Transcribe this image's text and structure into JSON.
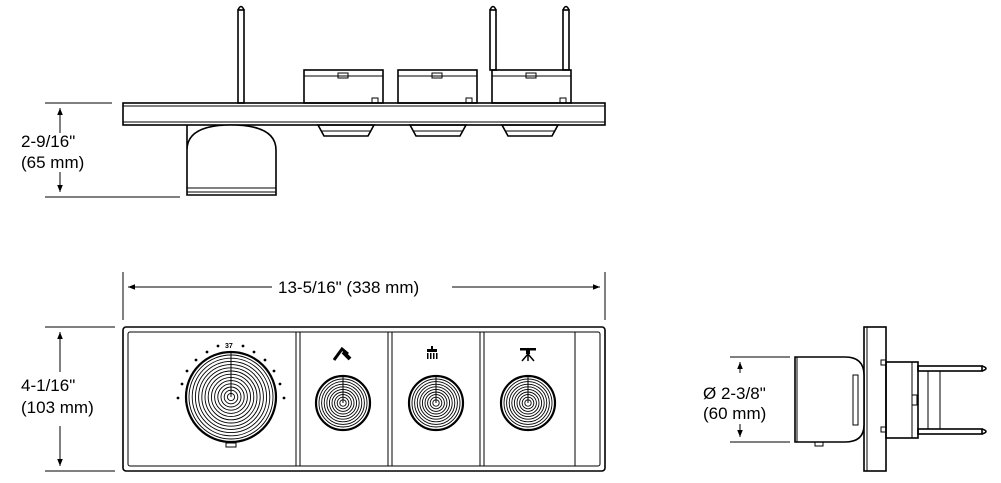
{
  "dimensions": {
    "depth_in": "2-9/16\"",
    "depth_mm": "(65 mm)",
    "width_full": "13-5/16\" (338 mm)",
    "height_in": "4-1/16\"",
    "height_mm": "(103 mm)",
    "diameter_in": "Ø 2-3/8\"",
    "diameter_mm": "(60 mm)"
  },
  "dial_label": "37",
  "icons": [
    "handshower-icon",
    "rain-shower-icon",
    "showerhead-icon"
  ]
}
